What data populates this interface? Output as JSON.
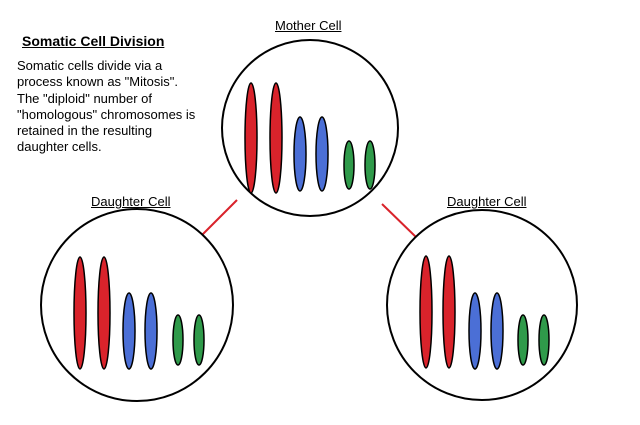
{
  "title": "Somatic Cell Division",
  "description_lines": [
    "Somatic cells divide via a",
    "process known as \"Mitosis\".",
    "The \"diploid\" number of",
    "\"homologous\" chromosomes is",
    "retained in the resulting",
    "daughter cells."
  ],
  "cells": {
    "mother": {
      "label": "Mother Cell"
    },
    "left": {
      "label": "Daughter Cell"
    },
    "right": {
      "label": "Daughter Cell"
    }
  },
  "colors": {
    "chromosome_pair_1": "#d9232b",
    "chromosome_pair_2": "#4b6fd6",
    "chromosome_pair_3": "#2f9a4a",
    "connector": "#d9232b",
    "outline": "#000000"
  }
}
